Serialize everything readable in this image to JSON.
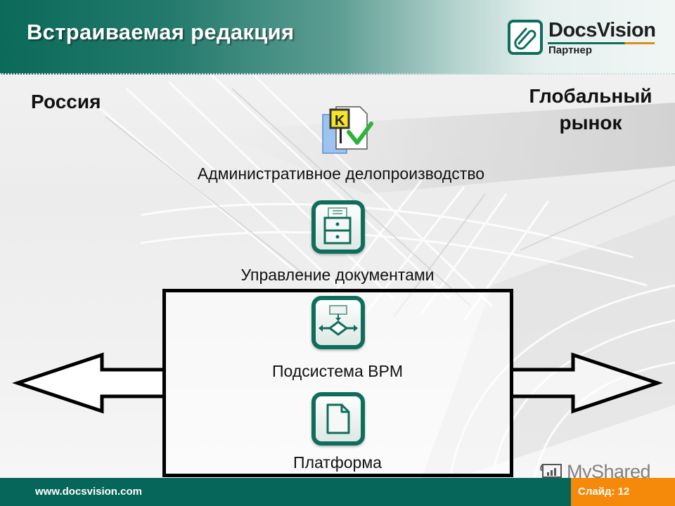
{
  "header": {
    "title": "Встраиваемая редакция",
    "logo": {
      "name": "DocsVision",
      "subtitle": "Партнер",
      "icon": "paperclip-icon"
    }
  },
  "sides": {
    "left": "Россия",
    "right_line1": "Глобальный",
    "right_line2": "рынок"
  },
  "stack": [
    {
      "label": "Административное делопроизводство",
      "icon": "document-check-icon"
    },
    {
      "label": "Управление документами",
      "icon": "file-cabinet-icon"
    },
    {
      "label": "Подсистема BPM",
      "icon": "workflow-icon"
    },
    {
      "label": "Платформа",
      "icon": "page-icon"
    }
  ],
  "arrows": {
    "left": "arrow-left-icon",
    "right": "arrow-right-icon"
  },
  "footer": {
    "url": "www.docsvision.com",
    "slide_label": "Слайд: 12"
  },
  "watermark": {
    "text": "MyShared"
  },
  "colors": {
    "brand_green": "#0e6e5c",
    "footer_green": "#07665a",
    "accent_orange": "#f58a0a",
    "check_green": "#2bb33a"
  }
}
